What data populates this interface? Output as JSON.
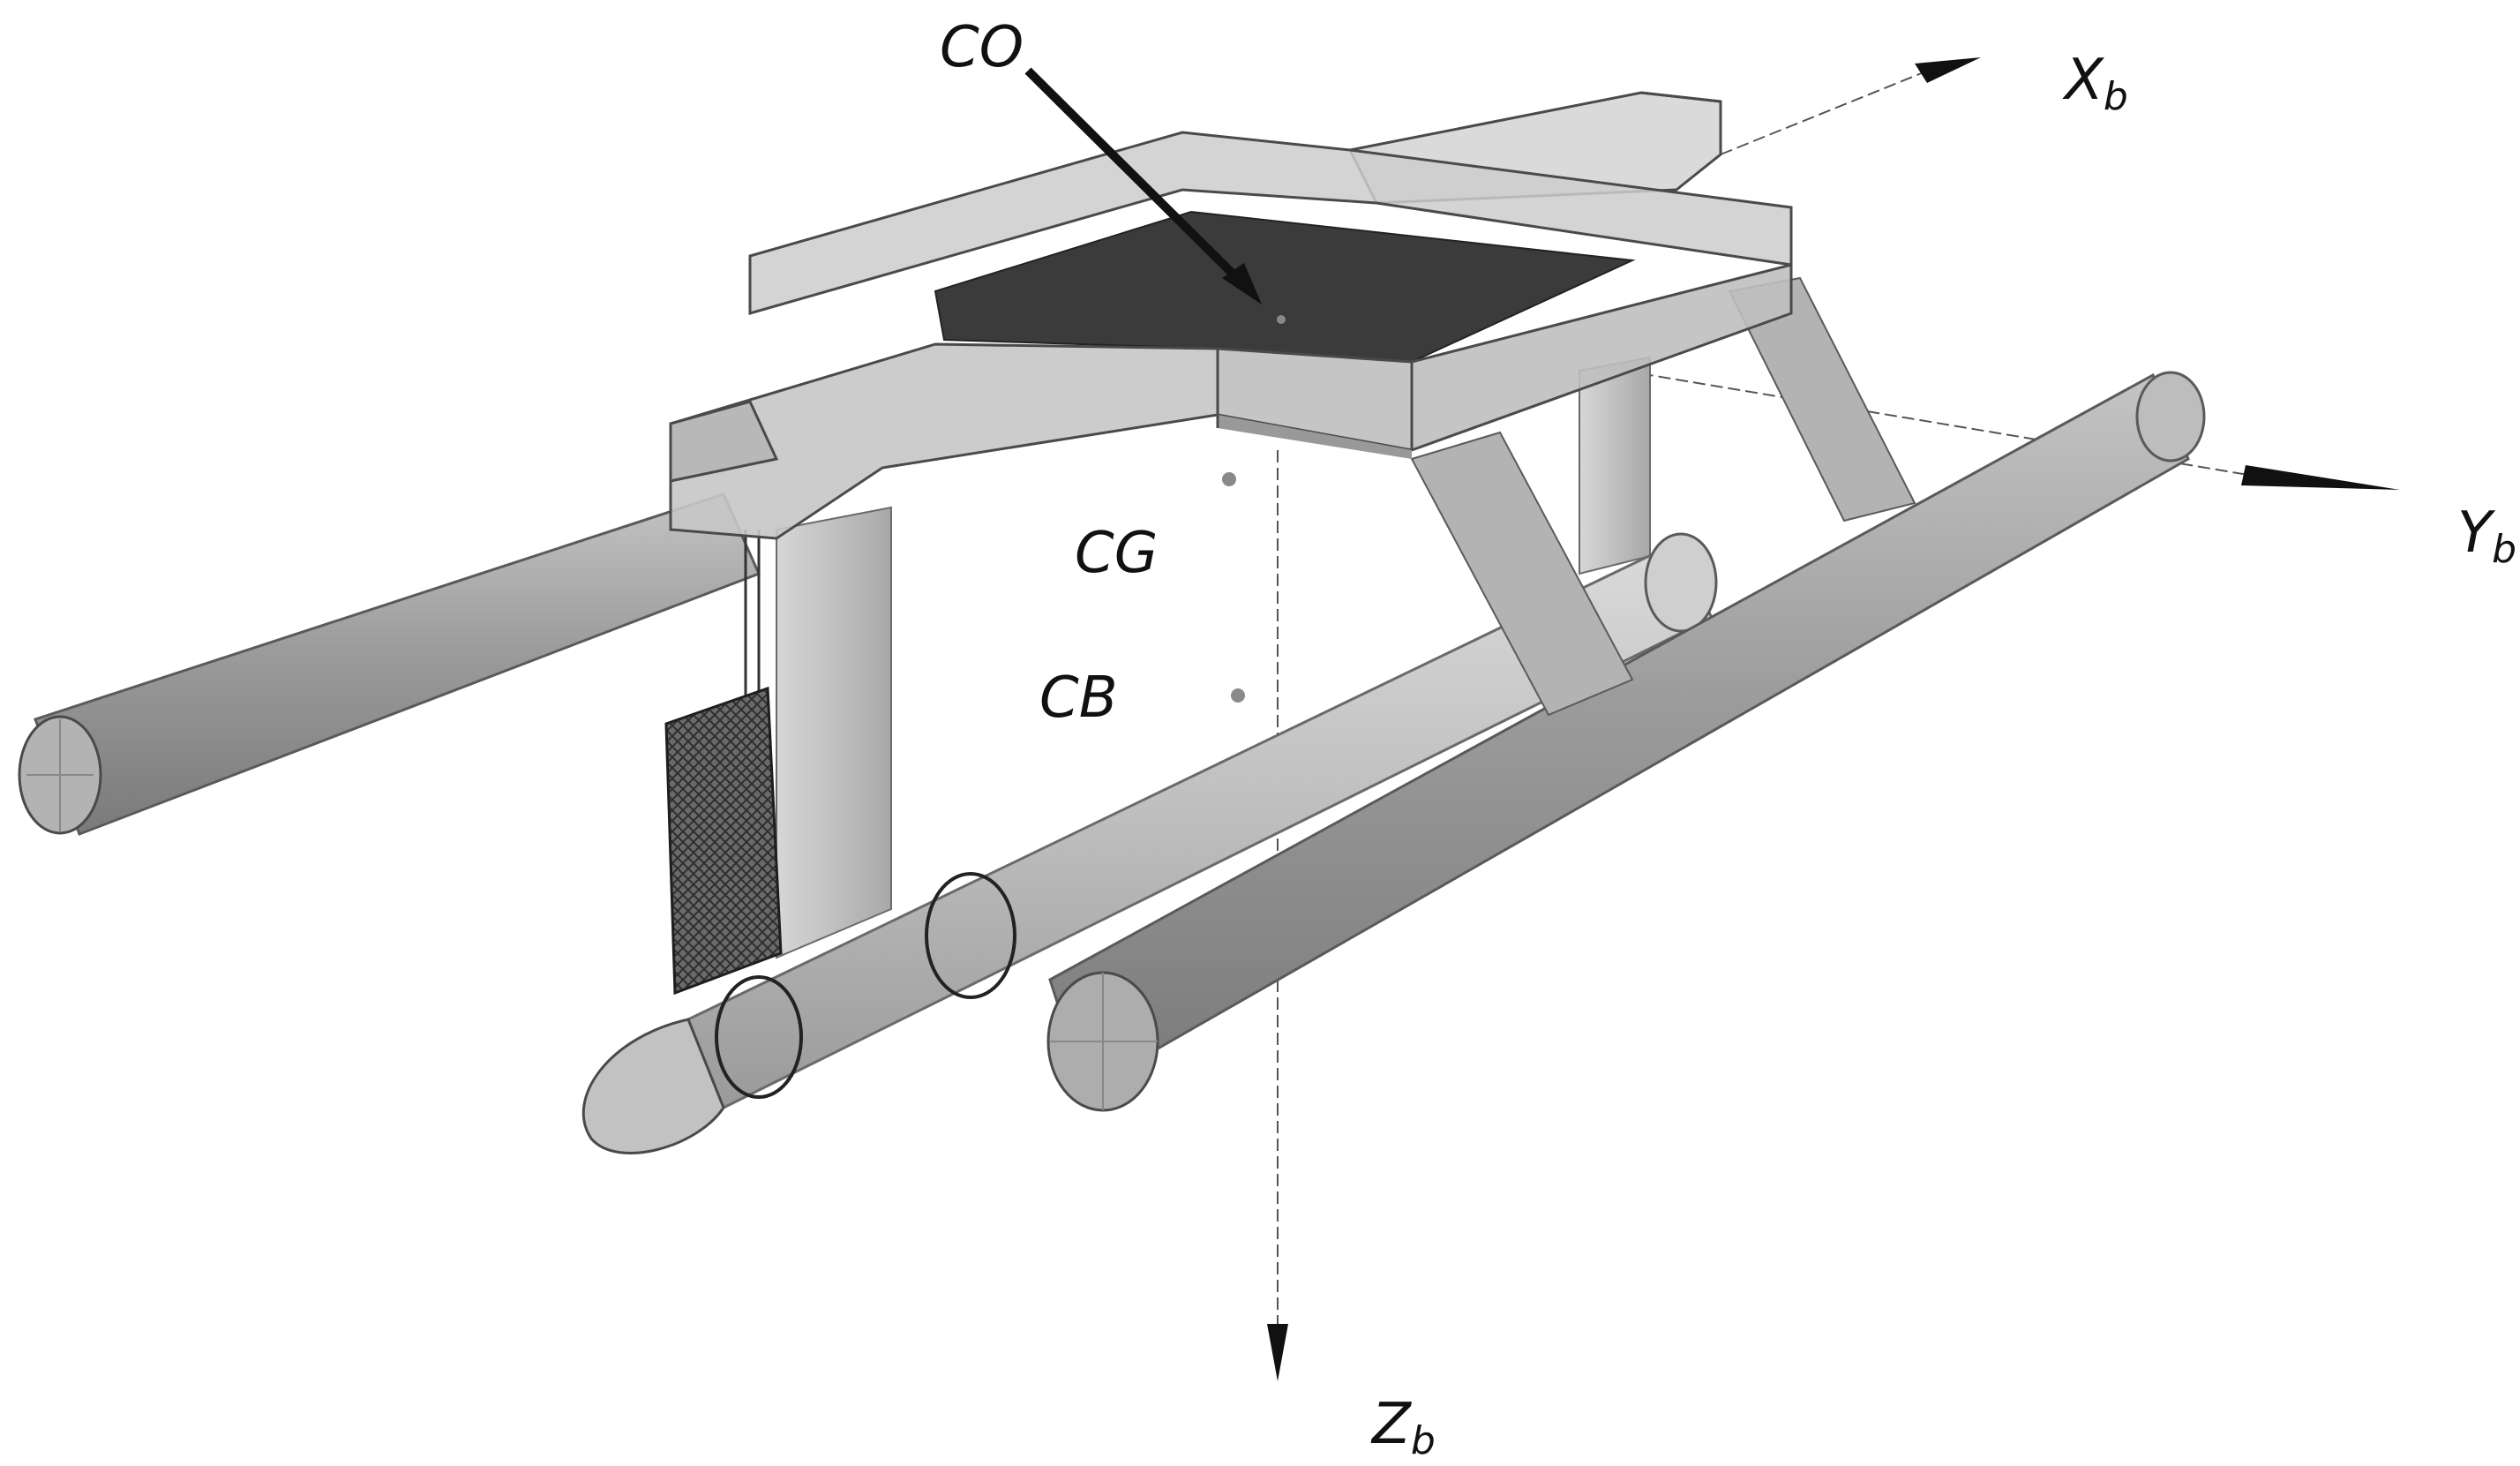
{
  "labels": {
    "co": "CO",
    "cg": "CG",
    "cb": "CB",
    "x_axis": {
      "main": "X",
      "sub": "b"
    },
    "y_axis": {
      "main": "Y",
      "sub": "b"
    },
    "z_axis": {
      "main": "Z",
      "sub": "b"
    }
  },
  "colors": {
    "background": "#ffffff",
    "hull_fill": "#a9a9a9",
    "hull_dark": "#7e7e7e",
    "deck_dark": "#3b3b3b",
    "frame_fill": "#c8c8c8",
    "frame_stroke": "#4a4a4a",
    "axis_line": "#555555",
    "text": "#111111"
  }
}
